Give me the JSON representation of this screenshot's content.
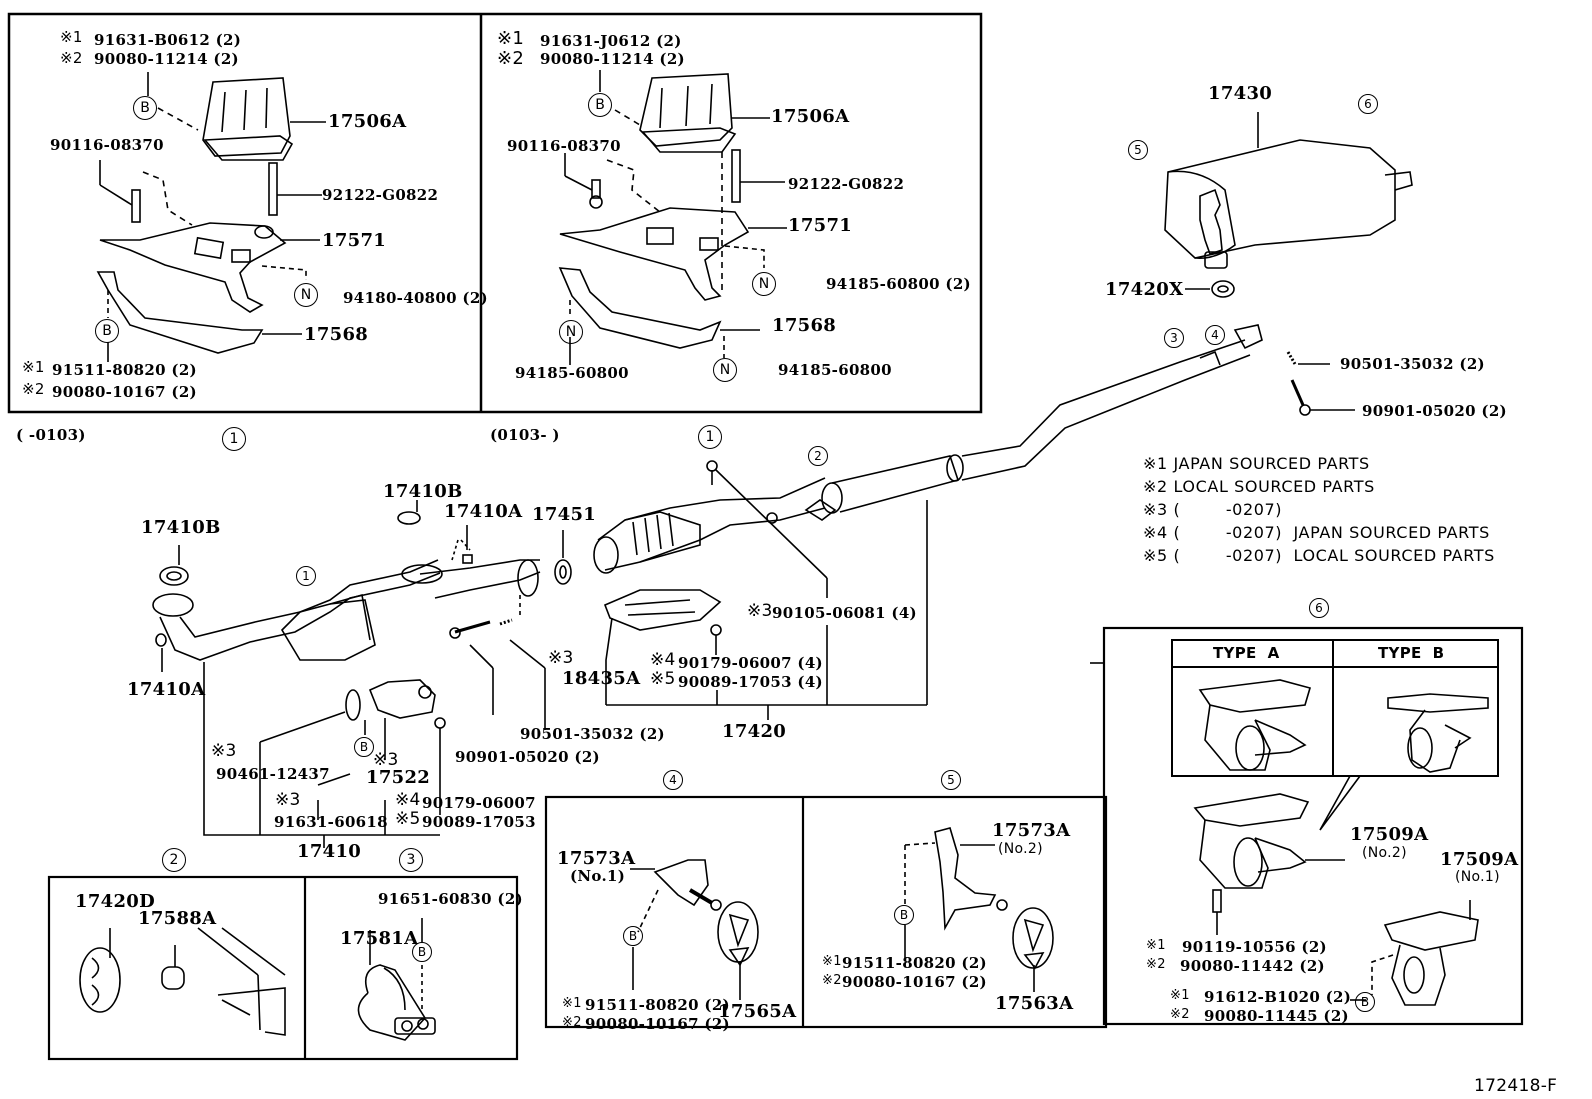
{
  "diagram_id": "172418-F",
  "notes": [
    {
      "mark": "※1",
      "text": "JAPAN SOURCED PARTS"
    },
    {
      "mark": "※2",
      "text": "LOCAL SOURCED PARTS"
    },
    {
      "mark": "※3",
      "text": "(        -0207)"
    },
    {
      "mark": "※4",
      "text": "(        -0207)  JAPAN SOURCED PARTS"
    },
    {
      "mark": "※5",
      "text": "(        -0207)  LOCAL SOURCED PARTS"
    }
  ],
  "inset_left": {
    "date_range": "(      -0103)",
    "callout": "1",
    "labels": {
      "fastener_1": "91631-B0612 (2)",
      "fastener_2": "90080-11214 (2)",
      "mark_1": "※1",
      "mark_2": "※2",
      "heat_insulator": "17506A",
      "stud_bolt": "90116-08370",
      "stud": "92122-G0822",
      "bracket": "17571",
      "nut": "94180-40800 (2)",
      "support": "17568",
      "bolt_1": "91511-80820 (2)",
      "bolt_2": "90080-10167 (2)"
    }
  },
  "inset_right": {
    "date_range": "(0103-       )",
    "labels": {
      "fastener_1": "91631-J0612 (2)",
      "fastener_2": "90080-11214 (2)",
      "mark_1": "※1",
      "mark_2": "※2",
      "heat_insulator": "17506A",
      "bolt": "90116-08370",
      "stud": "92122-G0822",
      "bracket": "17571",
      "nut_pair": "94185-60800 (2)",
      "support": "17568",
      "nut_left": "94185-60800",
      "nut_bottom": "94185-60800"
    }
  },
  "main": {
    "callouts": {
      "c1": "1",
      "c1b": "1",
      "c2": "2",
      "c3": "3",
      "c4": "4",
      "c5": "5",
      "c6": "6"
    },
    "labels": {
      "gasket_left": "17410B",
      "gasket_mid": "17410B",
      "nut_mid": "17410A",
      "nut_left": "17410A",
      "ring": "17451",
      "insulator_mark": "※3",
      "insulator": "18435A",
      "spring_main": "90501-35032 (2)",
      "bolt_main": "90901-05020 (2)",
      "clamp_mark": "※3",
      "clamp": "90461-12437",
      "bracket_mark": "※3",
      "bracket": "17522",
      "bolt_mark": "※3",
      "bolt": "91631-60618",
      "nut4_mark": "※4",
      "nut4": "90179-06007",
      "nut5_mark": "※5",
      "nut5": "90089-17053",
      "front_pipe": "17410",
      "screw_mark": "※3",
      "screw": "90105-06081 (4)",
      "nut4b_mark": "※4",
      "nut4b": "90179-06007 (4)",
      "nut5b_mark": "※5",
      "nut5b": "90089-17053 (4)",
      "center_pipe": "17420",
      "muffler": "17430",
      "gasket_rear": "17420X",
      "spring_rear": "90501-35032 (2)",
      "bolt_rear": "90901-05020 (2)"
    }
  },
  "detail2": {
    "callout": "2",
    "hanger": "17420D",
    "cushion": "17588A"
  },
  "detail3": {
    "callout": "3",
    "bolt": "91651-60830 (2)",
    "clamp": "17581A"
  },
  "detail4": {
    "callout": "4",
    "bracket": "17573A",
    "bracket_no": "(No.1)",
    "mark_1": "※1",
    "bolt_1": "91511-80820 (2)",
    "mark_2": "※2",
    "bolt_2": "90080-10167 (2)",
    "hanger": "17565A"
  },
  "detail5": {
    "callout": "5",
    "bracket": "17573A",
    "bracket_no": "(No.2)",
    "mark_1": "※1",
    "bolt_1": "91511-80820 (2)",
    "mark_2": "※2",
    "bolt_2": "90080-10167 (2)",
    "hanger": "17563A"
  },
  "detail6": {
    "callout": "6",
    "type_a": "TYPE  A",
    "type_b": "TYPE  B",
    "mount_no2": "17509A",
    "mount_no2_sub": "(No.2)",
    "mount_no1": "17509A",
    "mount_no1_sub": "(No.1)",
    "mark_1a": "※1",
    "bolt_1a": "90119-10556 (2)",
    "mark_2a": "※2",
    "bolt_2a": "90080-11442 (2)",
    "mark_1b": "※1",
    "bolt_1b": "91612-B1020 (2)",
    "mark_2b": "※2",
    "bolt_2b": "90080-11445 (2)"
  },
  "ref_marks": {
    "b": "B",
    "n": "N"
  }
}
